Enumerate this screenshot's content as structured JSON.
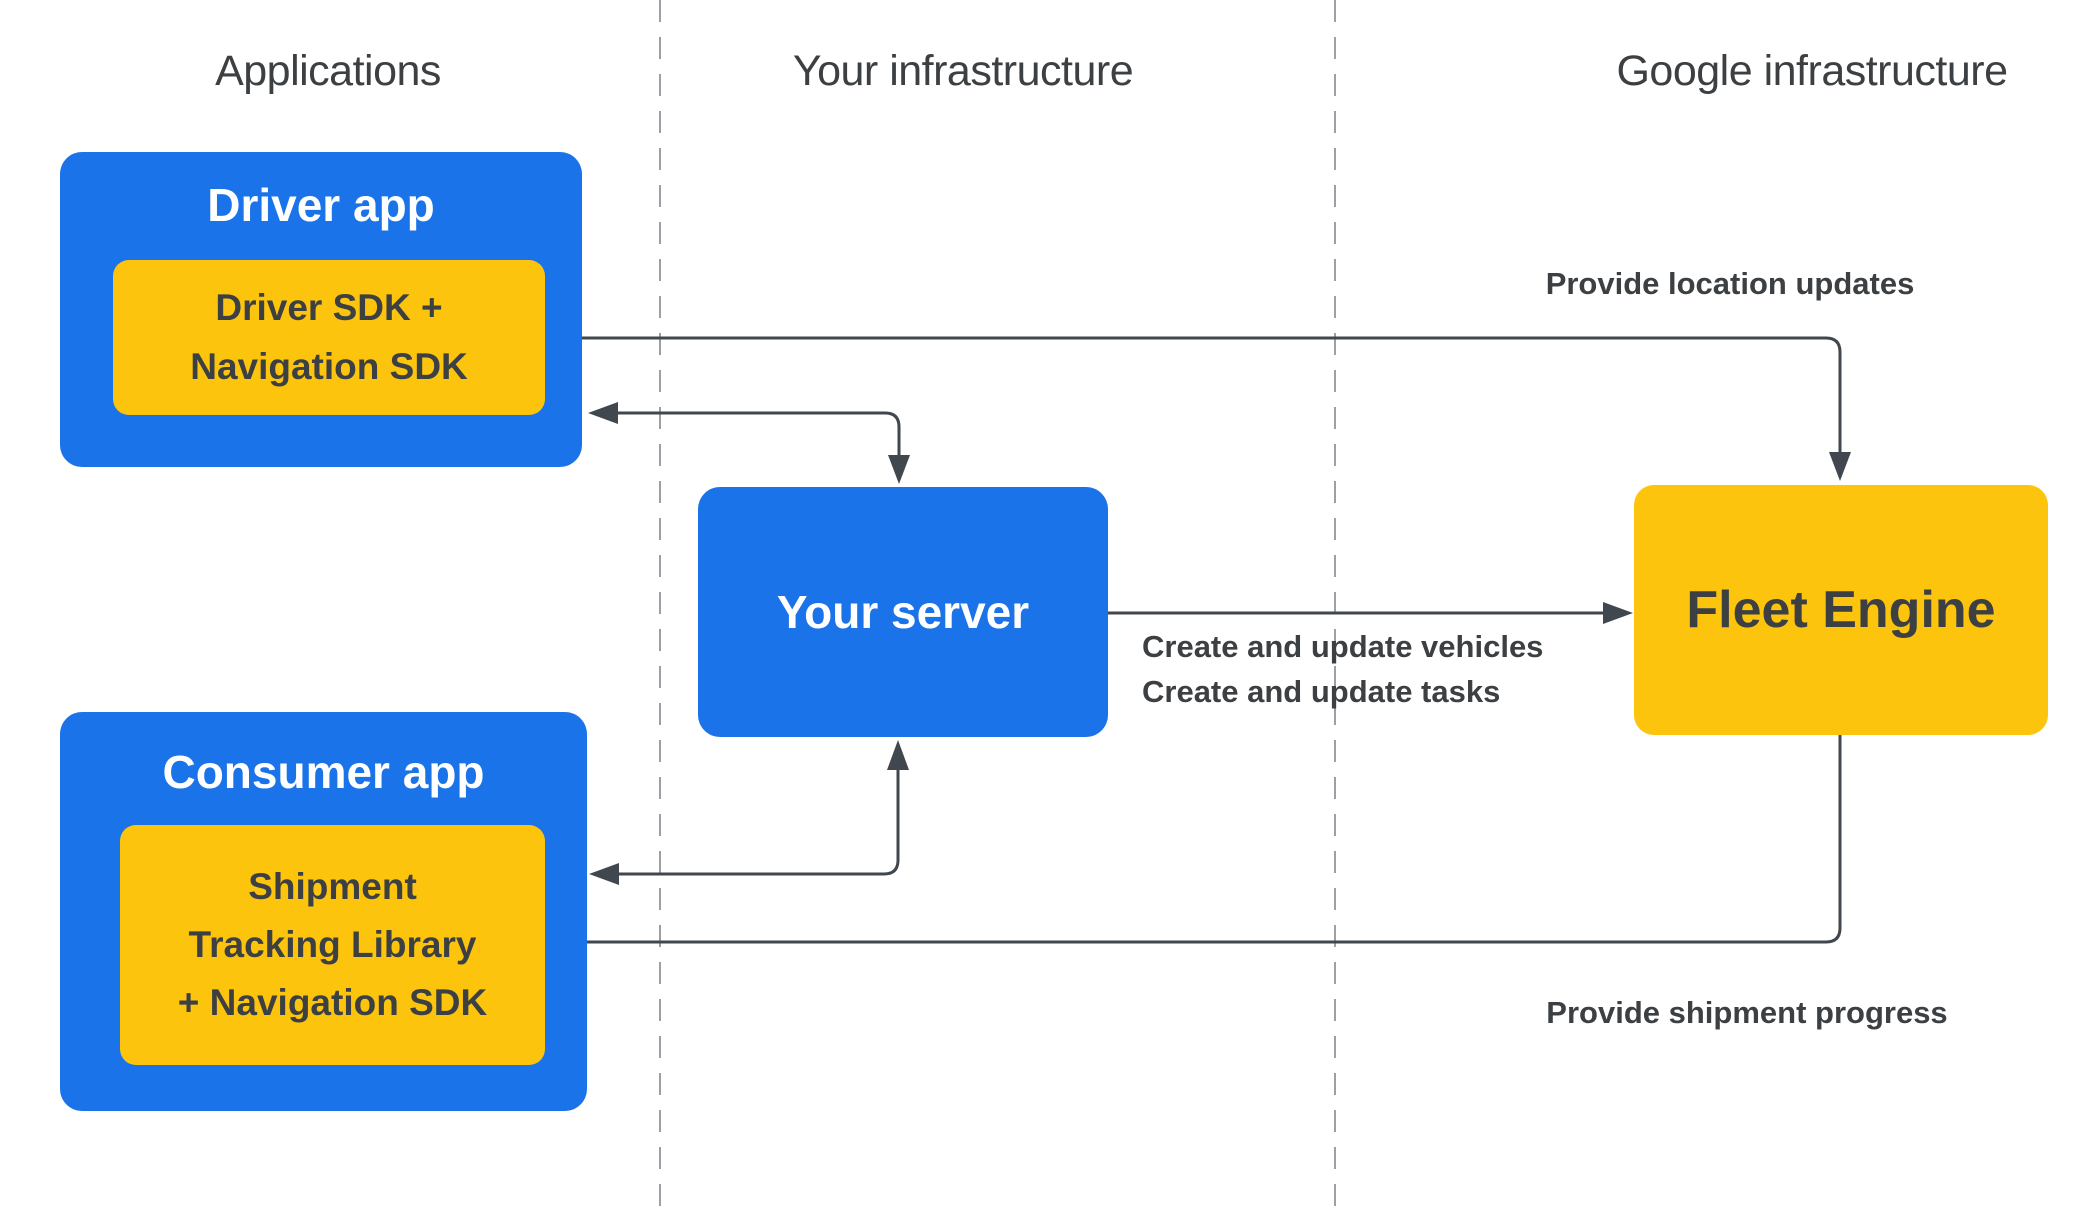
{
  "header": {
    "lanes": [
      {
        "label": "Applications"
      },
      {
        "label": "Your infrastructure"
      },
      {
        "label": "Google infrastructure"
      }
    ]
  },
  "nodes": {
    "driver_app": {
      "title": "Driver app"
    },
    "driver_sdk": {
      "line1": "Driver SDK +",
      "line2": "Navigation SDK"
    },
    "consumer_app": {
      "title": "Consumer app"
    },
    "shipment_lib": {
      "line1": "Shipment",
      "line2": "Tracking Library",
      "line3": "+ Navigation SDK"
    },
    "your_server": {
      "title": "Your server"
    },
    "fleet_engine": {
      "title": "Fleet Engine"
    }
  },
  "edges": {
    "location_updates": {
      "label": "Provide location updates"
    },
    "create_update": {
      "line1": "Create and update vehicles",
      "line2": "Create and update tasks"
    },
    "shipment_progress": {
      "label": "Provide shipment progress"
    }
  },
  "colors": {
    "blue": "#1a73e8",
    "yellow": "#fdc40d",
    "line": "#40474e",
    "dash": "#9aa0a6",
    "text-dark": "#3c4043",
    "text-light": "#ffffff"
  }
}
